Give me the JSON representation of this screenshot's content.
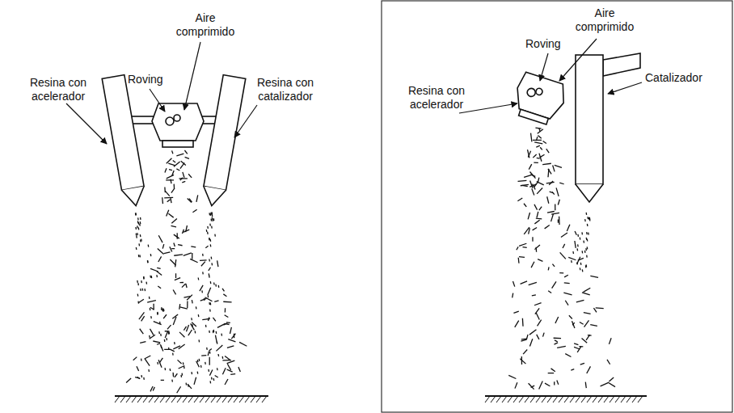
{
  "diagram": {
    "labels": [
      "Resina con acelerador",
      "Roving",
      "Aire comprimido",
      "Resina con catalizador",
      "Aire comprimido",
      "Roving",
      "Resina con acelerador",
      "Catalizador"
    ]
  }
}
